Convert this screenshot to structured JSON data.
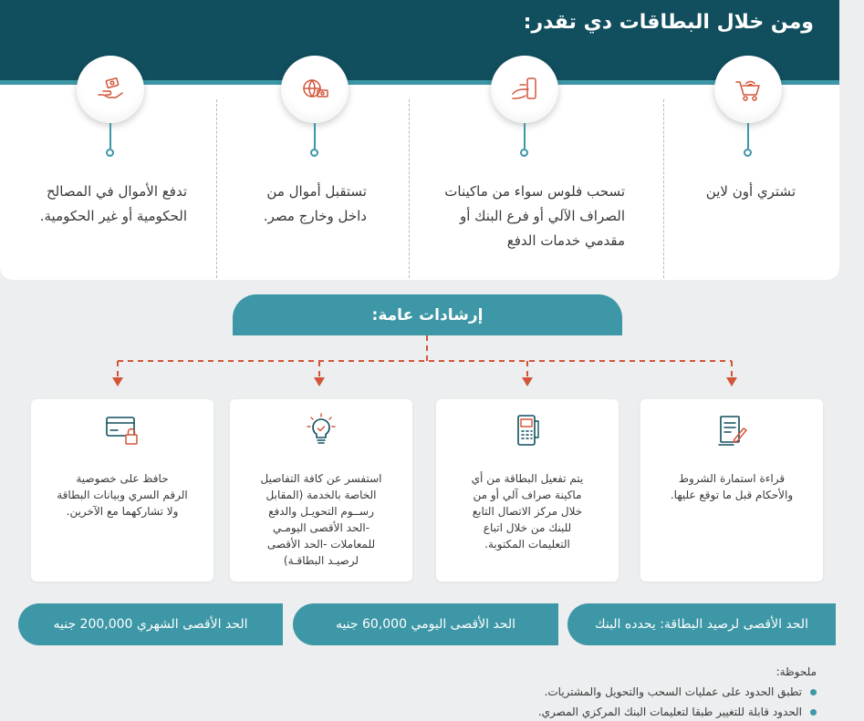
{
  "banner": {
    "title": "ومن خلال البطاقات دي تقدر:"
  },
  "features": [
    {
      "icon": "shopping-cart-icon",
      "text": "تشتري أون لاين"
    },
    {
      "icon": "atm-withdraw-icon",
      "text": "تسحب فلوس سواء من  ماكينات\nالصراف الآلي أو فرع البنك أو\nمقدمي خدمات الدفع"
    },
    {
      "icon": "globe-money-icon",
      "text": "تستقبل أموال من\nداخل وخارج مصر."
    },
    {
      "icon": "hand-money-icon",
      "text": "تدفع الأموال في المصالح\nالحكومية أو غير الحكومية."
    }
  ],
  "guidelines": {
    "title": "إرشادات عامة:",
    "items": [
      {
        "icon": "document-sign-icon",
        "text": "قراءة استمارة الشروط\nوالأحكام قبل ما توقع عليها."
      },
      {
        "icon": "card-terminal-icon",
        "text": "يتم تفعيل البطاقة من أي\nماكينة صراف آلي أو من\nخلال مركز الاتصال التابع\nللبنك من خلال اتباع\nالتعليمات المكتوبة."
      },
      {
        "icon": "lightbulb-icon",
        "text": "استفسر عن كافة التفاصيل\nالخاصة بالخدمة (المقابل\nرســوم التحويـل والدفع\n-الحد الأقصى اليومـي\nللمعاملات -الحد الأقصى\nلرصيـد البطاقـة)"
      },
      {
        "icon": "card-lock-icon",
        "text": "حافظ على خصوصية\nالرقم السري وبيانات البطاقة\nولا تشاركهما مع الآخرين."
      }
    ]
  },
  "limits": [
    {
      "text": "الحد الأقصى لرصيد البطاقة: يحدده البنك"
    },
    {
      "text": "الحد الأقصى اليومي 60,000 جنيه"
    },
    {
      "text": "الحد الأقصى الشهري 200,000 جنيه"
    }
  ],
  "notes": {
    "title": "ملحوظة:",
    "items": [
      "تطبق الحدود على عمليات السحب والتحويل والمشتريات.",
      "الحدود قابلة للتغيير طبقا لتعليمات البنك المركزي المصري."
    ]
  },
  "colors": {
    "dark_teal": "#114f5e",
    "teal": "#3d97a6",
    "accent_red": "#d2553a",
    "background": "#eceeef"
  }
}
